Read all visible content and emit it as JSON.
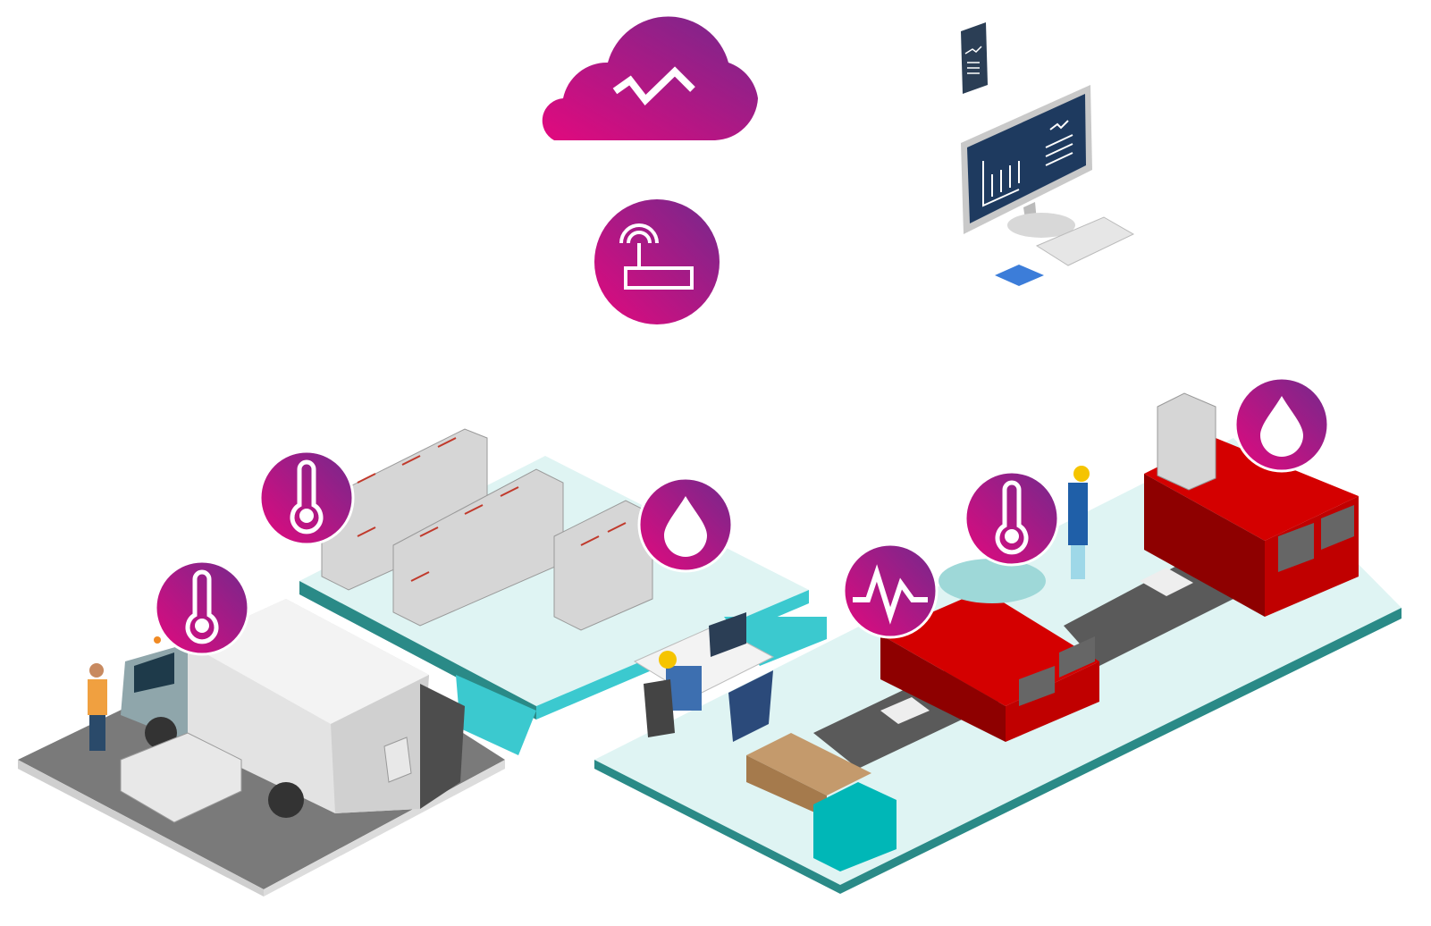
{
  "scene": {
    "title_hidden": "",
    "icons": {
      "cloud": "cloud-analytics-icon",
      "gateway": "wifi-router-icon",
      "tablet": "tablet-report-icon",
      "monitor": "dashboard-monitor-icon",
      "sensors": [
        {
          "zone": "warehouse",
          "type": "thermometer-icon"
        },
        {
          "zone": "warehouse",
          "type": "humidity-drop-icon"
        },
        {
          "zone": "truck",
          "type": "thermometer-icon"
        },
        {
          "zone": "factory",
          "type": "vibration-pulse-icon"
        },
        {
          "zone": "factory",
          "type": "thermometer-icon"
        },
        {
          "zone": "factory",
          "type": "humidity-drop-icon"
        }
      ]
    },
    "colors": {
      "gradient_start": "#e2097e",
      "gradient_end": "#74298c",
      "floor": "#dff4f3",
      "floor_edge": "#2a8a87",
      "machine_red": "#d40000",
      "machine_dark": "#8e0000",
      "conveyor": "#5a5a5a",
      "ground_gray": "#7a7a7a",
      "screen": "#1e3a5f"
    }
  }
}
